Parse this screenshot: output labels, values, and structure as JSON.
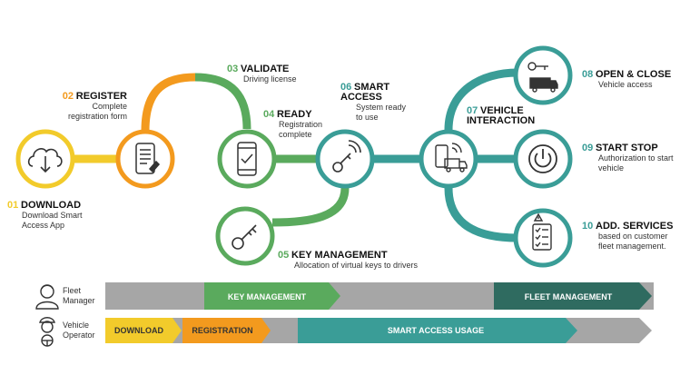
{
  "colors": {
    "yellow": "#f2cb2b",
    "orange": "#f39a1e",
    "green": "#5aaa5d",
    "teal": "#3a9d97",
    "darkgreen": "#2f6b60",
    "gray": "#a6a6a6"
  },
  "steps": [
    {
      "num": "01",
      "title": "DOWNLOAD",
      "desc": [
        "Download Smart",
        "Access App"
      ],
      "icon": "cloud-download-icon"
    },
    {
      "num": "02",
      "title": "REGISTER",
      "desc": [
        "Complete",
        "registration form"
      ],
      "icon": "phone-form-icon"
    },
    {
      "num": "03",
      "title": "VALIDATE",
      "desc": [
        "Driving license"
      ],
      "icon": ""
    },
    {
      "num": "04",
      "title": "READY",
      "desc": [
        "Registration",
        "complete"
      ],
      "icon": "phone-check-icon"
    },
    {
      "num": "05",
      "title": "KEY MANAGEMENT",
      "desc": [
        "Allocation of virtual keys to drivers"
      ],
      "icon": "key-icon"
    },
    {
      "num": "06",
      "title": "SMART ACCESS",
      "desc": [
        "System ready",
        "to use"
      ],
      "icon": "wireless-key-icon"
    },
    {
      "num": "07",
      "title": "VEHICLE INTERACTION",
      "desc": [],
      "icon": "phone-truck-icon"
    },
    {
      "num": "08",
      "title": "OPEN & CLOSE",
      "desc": [
        "Vehicle access"
      ],
      "icon": "key-truck-icon"
    },
    {
      "num": "09",
      "title": "START STOP",
      "desc": [
        "Authorization to start",
        "vehicle"
      ],
      "icon": "power-icon"
    },
    {
      "num": "10",
      "title": "ADD. SERVICES",
      "desc": [
        "based on customer",
        "fleet management."
      ],
      "icon": "checklist-icon"
    }
  ],
  "roles": {
    "fleet_manager": [
      "Fleet",
      "Manager"
    ],
    "vehicle_operator": [
      "Vehicle",
      "Operator"
    ]
  },
  "bars": {
    "key_management": "KEY MANAGEMENT",
    "fleet_management": "FLEET MANAGEMENT",
    "download": "DOWNLOAD",
    "registration": "REGISTRATION",
    "smart_access_usage": "SMART ACCESS USAGE"
  }
}
